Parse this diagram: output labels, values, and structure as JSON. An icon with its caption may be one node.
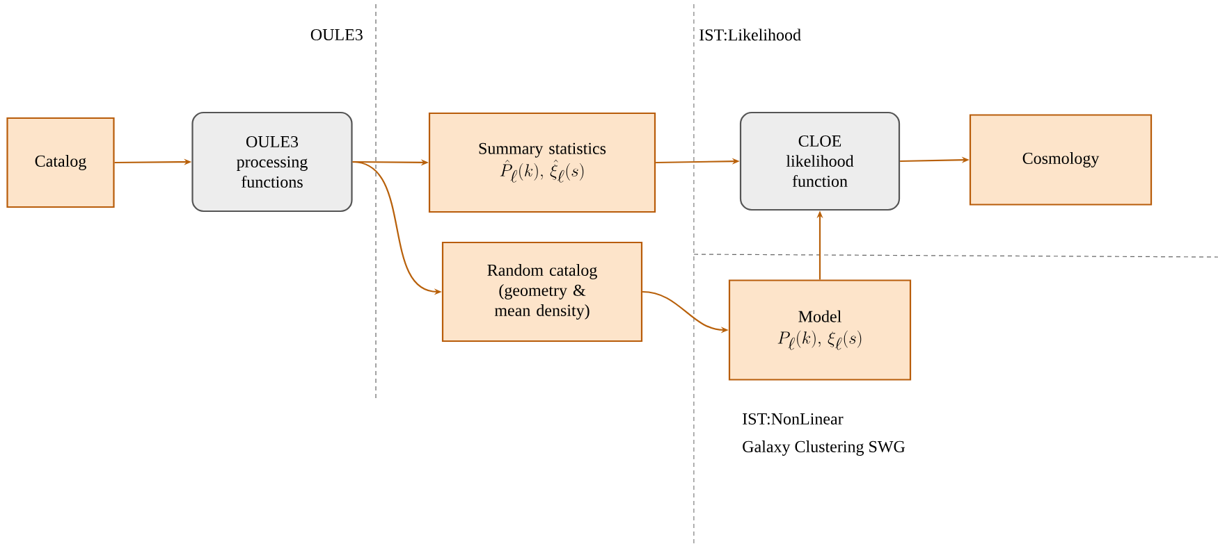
{
  "diagram": {
    "nodes": [
      {
        "text": [
          "Catalog"
        ]
      },
      {
        "text": [
          "OULE3 processing functions"
        ]
      },
      {
        "text": [
          "Summary statistics",
          "\\hat{P}_\\ell(k),\\, \\hat{\\xi}_\\ell(s)"
        ]
      },
      {
        "text": [
          "CLOE likelihood function"
        ]
      },
      {
        "text": [
          "Cosmology"
        ]
      },
      {
        "text": [
          "Random catalog (geometry & mean density)"
        ]
      },
      {
        "text": [
          "Model",
          "P_\\ell(k),\\, \\xi_\\ell(s)"
        ]
      }
    ],
    "edges": [
      {
        "from": 0,
        "to": 1,
        "arrow": "to"
      },
      {
        "from": 1,
        "to": 2,
        "arrow": "to"
      },
      {
        "from": 1,
        "to": 5,
        "arrow": "to"
      },
      {
        "from": 2,
        "to": 3,
        "arrow": "to"
      },
      {
        "from": 5,
        "to": 6,
        "arrow": "to"
      },
      {
        "from": 6,
        "to": 3,
        "arrow": "to"
      },
      {
        "from": 3,
        "to": 4,
        "arrow": "to"
      }
    ],
    "labels": [
      "OULE3",
      "IST:Likelihood",
      "IST:NonLinear",
      "Galaxy Clustering SWG"
    ]
  }
}
